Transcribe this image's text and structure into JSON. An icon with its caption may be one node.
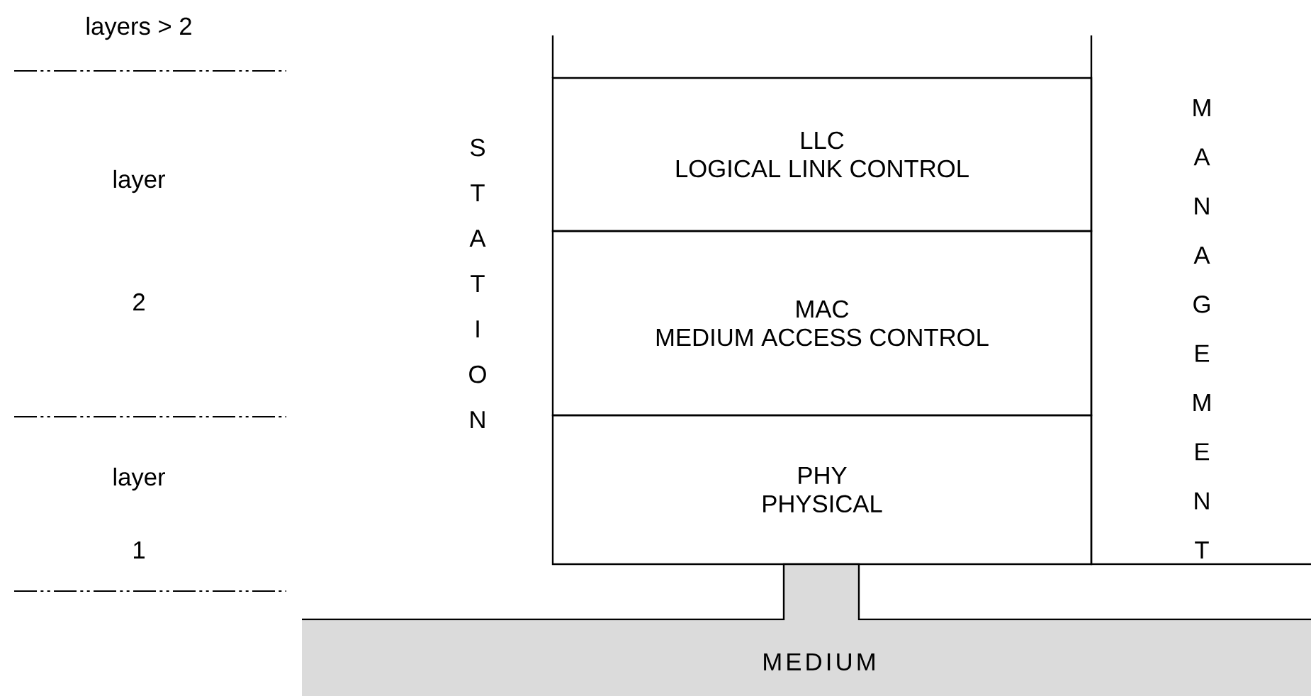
{
  "diagram": {
    "nodes": [
      {
        "text": [
          "LLC",
          "LOGICAL LINK CONTROL"
        ]
      },
      {
        "text": [
          "MAC",
          "MEDIUM ACCESS CONTROL"
        ]
      },
      {
        "text": [
          "PHY",
          "PHYSICAL"
        ]
      },
      {
        "text": [
          "MEDIUM"
        ]
      }
    ],
    "labels": [
      "layers > 2",
      "layer",
      "2",
      "layer",
      "1",
      "STATION",
      "MANAGEMENT"
    ]
  }
}
